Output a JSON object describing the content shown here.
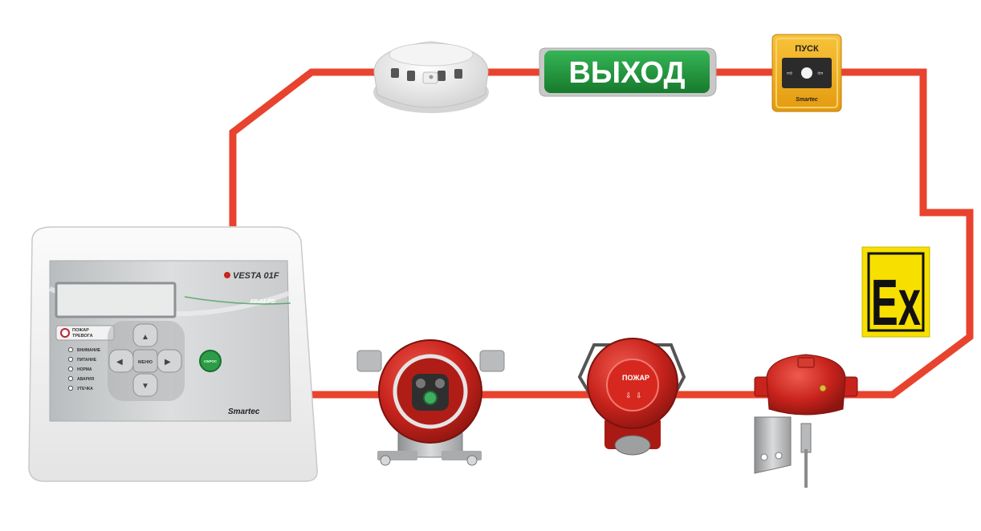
{
  "panel": {
    "brand": "VESTA 01F",
    "model": "FP-01-PD",
    "alarm_label_line1": "ПОЖАР",
    "alarm_label_line2": "ТРЕВОГА",
    "indicators": [
      "ВНИМАНИЕ",
      "ПИТАНИЕ",
      "НОРМА",
      "АВАРИЯ",
      "УТЕЧКА"
    ],
    "menu_button": "МЕНЮ",
    "ok_button": "СБРОС",
    "logo": "Smartec"
  },
  "exit_sign": {
    "text": "ВЫХОД"
  },
  "manual_call_point": {
    "label": "ПУСК",
    "logo": "Smartec"
  },
  "ex_marking": {
    "text": "Ex"
  },
  "explosion_proof_call_point": {
    "label": "ПОЖАР"
  },
  "colors": {
    "loop_line": "#e8432e",
    "exit_sign_green": "#1f9a3c",
    "call_point_yellow": "#f2b21c",
    "ex_yellow": "#f7e000",
    "device_red": "#c8231c"
  }
}
